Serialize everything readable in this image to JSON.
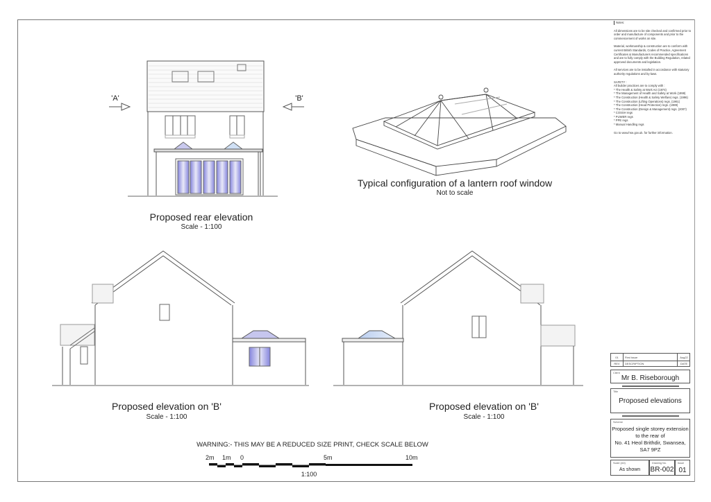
{
  "drawings": {
    "rear_elevation": {
      "title": "Proposed rear elevation",
      "scale": "Scale - 1:100",
      "section_marker_a": "'A'",
      "section_marker_b": "'B'"
    },
    "lantern": {
      "title": "Typical configuration of a lantern roof window",
      "subtitle": "Not to scale"
    },
    "elevation_left": {
      "title": "Proposed elevation on 'B'",
      "scale": "Scale - 1:100"
    },
    "elevation_right": {
      "title": "Proposed elevation on 'B'",
      "scale": "Scale - 1:100"
    }
  },
  "scale_bar": {
    "warning": "WARNING:- THIS MAY BE A REDUCED SIZE PRINT, CHECK SCALE BELOW",
    "ticks": [
      "2m",
      "1m",
      "0",
      "5m",
      "10m"
    ],
    "ratio": "1:100"
  },
  "notes": {
    "heading": "Notes:",
    "paragraphs": [
      "All dimensions are to be site checked and confirmed prior to order and manufacture of components and prior to the commencement of works on site.",
      "Material, workmanship & construction are to conform with current British Standards, Codes of Practice, Agreement Certificates & Manufacturers recommended specifications and are to fully comply with the Building Regulation, related approved documents and legislation.",
      "All services are to be installed in accordance with statutory authority regulations and by-laws."
    ],
    "safety_heading": "SAFETY :",
    "safety_intro": "All builder practices are to comply with :",
    "safety_items": [
      "* The Health & Safety at Work Act (1974)",
      "* The Management of Health and Safety at Work (1999)",
      "* The Construction (Health & Safety Welfare) regs. (1996)",
      "* The Construction (Lifting Operations) regs. (1961)",
      "* The Construction (Head Protection) regs. (1989)",
      "* The Construction (Design & Management) regs. (2007)",
      "* COSSH regs",
      "* PUWER regs",
      "* PPE regs",
      "* Manual Handling regs"
    ],
    "footer": "Go to www.hse.gov.uk. for further information."
  },
  "title_block": {
    "revision": {
      "rev": "01",
      "description": "First issue",
      "date": "Aug22",
      "rev_header": "REV",
      "description_header": "DESCRIPTION",
      "date_header": "DATE"
    },
    "client_label": "Client",
    "client": "Mr B. Riseborough",
    "title_label": "Title",
    "title": "Proposed elevations",
    "scheme_label": "Scheme",
    "scheme_lines": [
      "Proposed single storey extension",
      "to the rear of",
      "No. 41 Heol Brithdir, Swansea,",
      "SA7 9PZ"
    ],
    "scale_label": "Scale (A3)",
    "scale": "As shown",
    "drawing_no_label": "Drawing No.",
    "drawing_no": "BR-002",
    "issue_label": "Issue",
    "issue": "01"
  },
  "colors": {
    "line": "#444444",
    "glass": "#8f8fe0",
    "glass_light": "#cfe0f5",
    "border": "#777777"
  }
}
